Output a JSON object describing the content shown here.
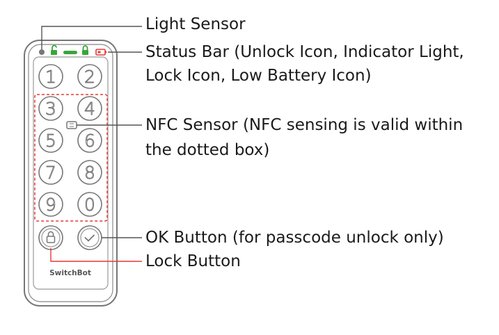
{
  "device": {
    "brand": "SwitchBot",
    "keys": [
      "1",
      "2",
      "3",
      "4",
      "5",
      "6",
      "7",
      "8",
      "9",
      "0"
    ],
    "accent_red": "#e53935",
    "indicator_green": "#3aa53a",
    "outline_gray": "#777777"
  },
  "callouts": {
    "light_sensor": "Light Sensor",
    "status_bar_line1": "Status Bar (Unlock Icon, Indicator Light,",
    "status_bar_line2": "Lock Icon, Low Battery Icon)",
    "nfc_line1": "NFC Sensor (NFC sensing is valid within",
    "nfc_line2": "the dotted box)",
    "ok_button": "OK Button (for passcode unlock only)",
    "lock_button": "Lock Button"
  },
  "icons": {
    "unlock": "unlock-icon",
    "indicator": "indicator-light",
    "lock": "lock-icon",
    "battery": "low-battery-icon",
    "nfc": "nfc-icon",
    "ok": "check-icon",
    "lockbtn": "lock-icon"
  }
}
